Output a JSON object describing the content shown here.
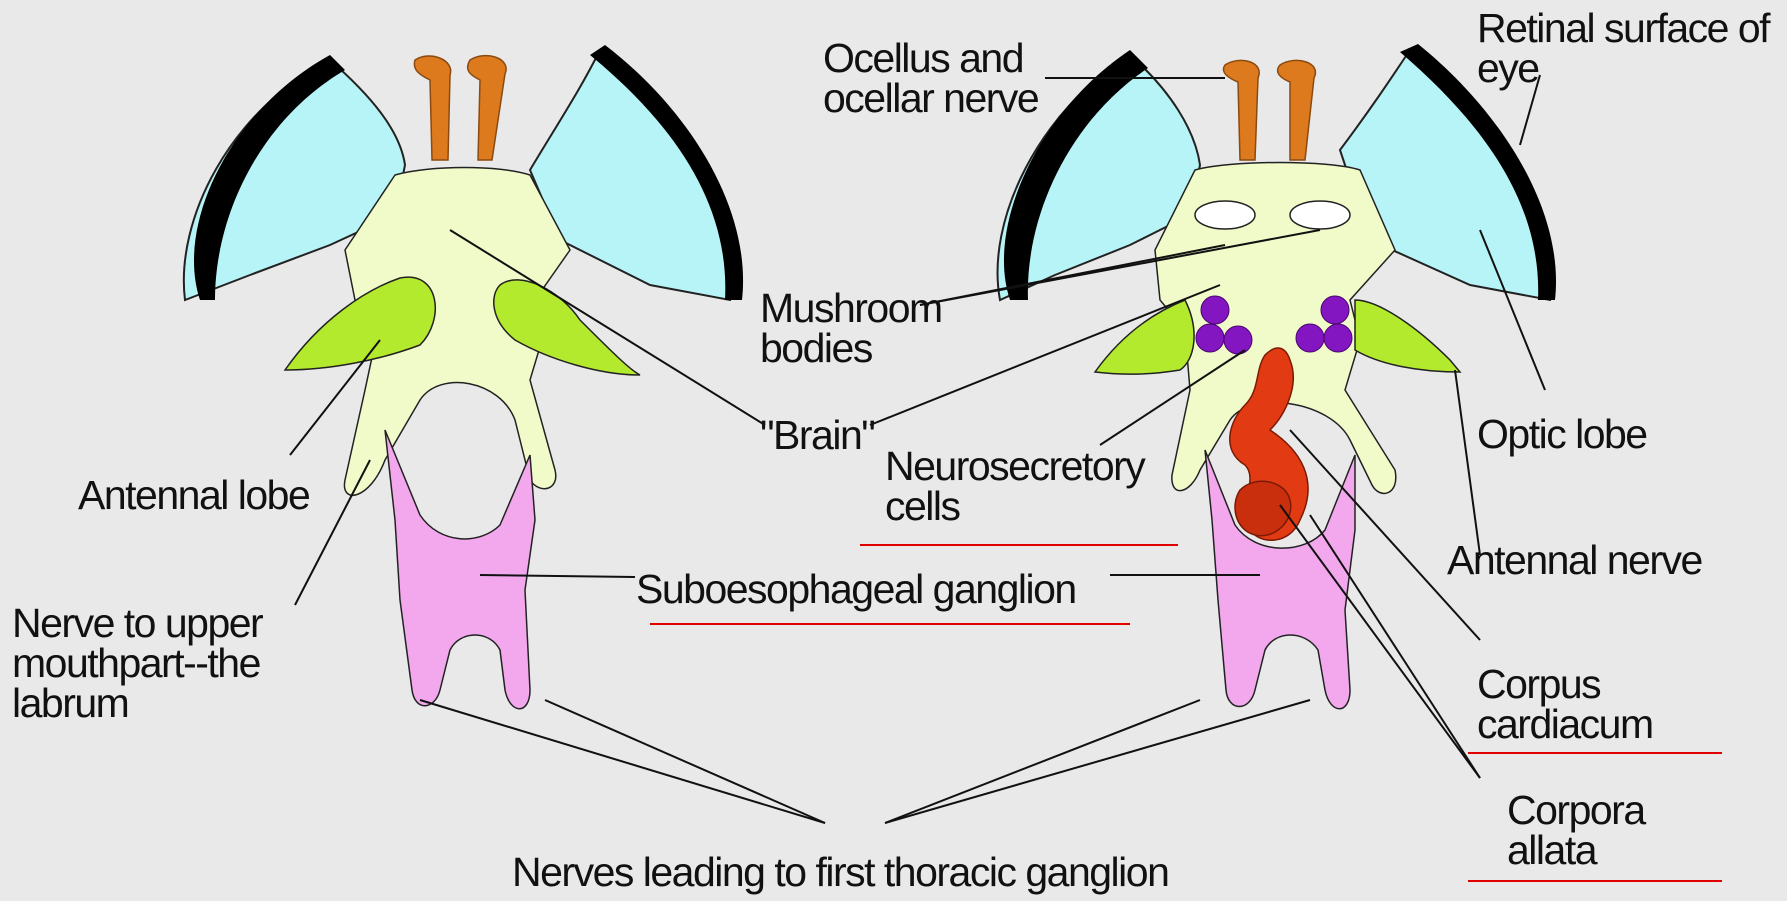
{
  "labels": {
    "ocellus": [
      "Ocellus and",
      "ocellar nerve"
    ],
    "retinal": [
      "Retinal surface of",
      "eye"
    ],
    "mushroom": [
      "Mushroom",
      "bodies"
    ],
    "brain": "\"Brain\"",
    "neurosecretory": [
      "Neurosecretory",
      "cells"
    ],
    "optic_lobe": "Optic lobe",
    "antennal_lobe": "Antennal lobe",
    "antennal_nerve": "Antennal nerve",
    "suboesophageal": "Suboesophageal ganglion",
    "labrum_nerve": [
      "Nerve to upper",
      "mouthpart--the",
      "labrum"
    ],
    "corpus_cardiacum": [
      "Corpus",
      "cardiacum"
    ],
    "corpora_allata": [
      "Corpora",
      "allata"
    ],
    "thoracic": "Nerves leading to first thoracic ganglion"
  },
  "colors": {
    "background": "#e9e9e9",
    "retina": "#000000",
    "optic_lobe_fill": "#b7f4f8",
    "brain_fill": "#f1fbc9",
    "antennal_lobe_fill": "#b3ea2e",
    "ocellar_nerve": "#de7a1e",
    "suboesophageal_fill": "#f3a8ee",
    "neurosecretory_cells": "#8416c2",
    "corpus_cardiacum_fill": "#e23a12",
    "underline": "#e00000"
  }
}
